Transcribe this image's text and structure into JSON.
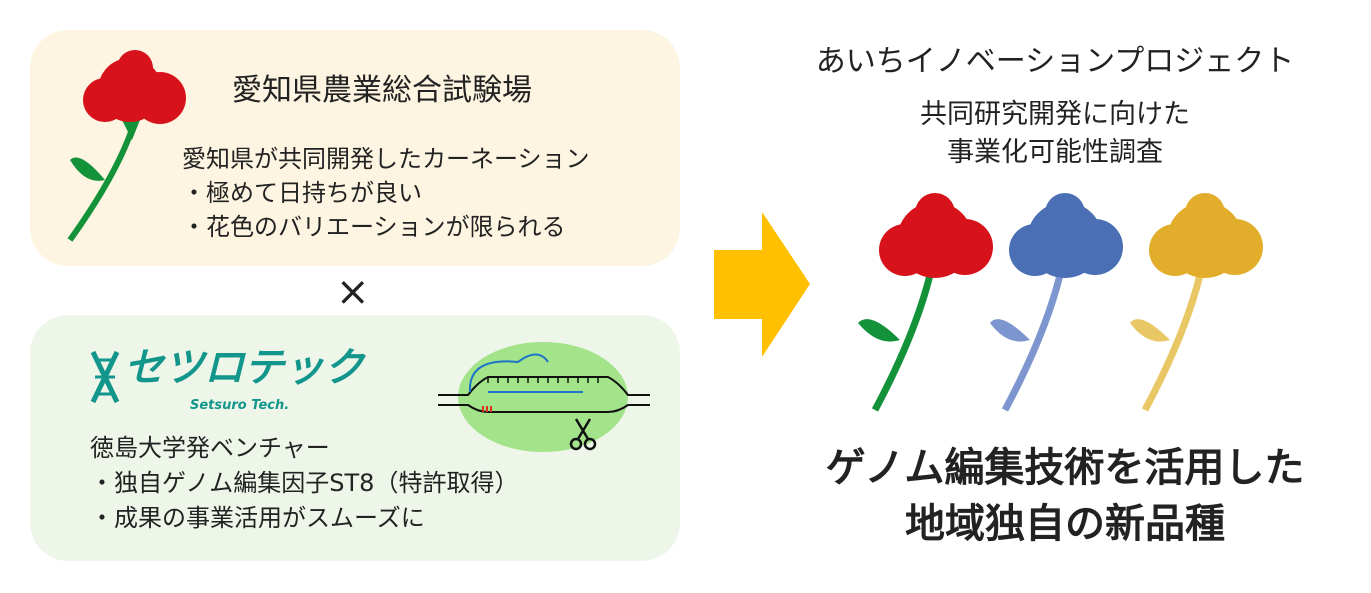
{
  "left_top": {
    "title": "愛知県農業総合試験場",
    "lines": [
      "愛知県が共同開発したカーネーション",
      "・極めて日持ちが良い",
      "・花色のバリエーションが限られる"
    ]
  },
  "cross_symbol": "×",
  "left_bottom": {
    "logo_text": "セツロテック",
    "logo_sub": "Setsuro Tech.",
    "lines": [
      "徳島大学発ベンチャー",
      "・独自ゲノム編集因子ST8（特許取得）",
      "・成果の事業活用がスムーズに"
    ]
  },
  "right": {
    "title": "あいちイノベーションプロジェクト",
    "subtitle": [
      "共同研究開発に向けた",
      "事業化可能性調査"
    ],
    "result": [
      "ゲノム編集技術を活用した",
      "地域独自の新品種"
    ]
  },
  "colors": {
    "red": "#d8121b",
    "blue": "#4a6fb5",
    "yellow": "#e3ad2c",
    "arrow": "#ffc000",
    "green": "#14923a",
    "teal": "#12958a"
  }
}
